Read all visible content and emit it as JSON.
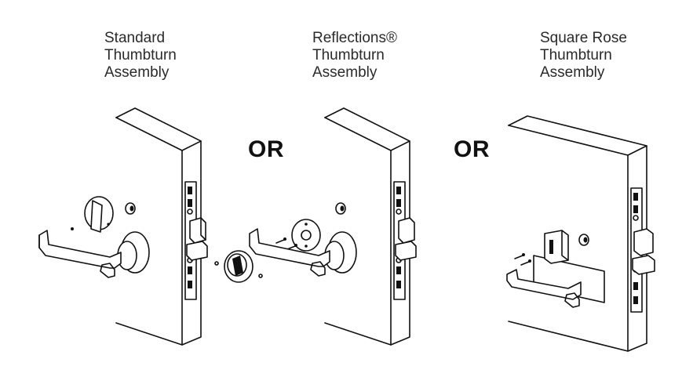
{
  "captions": [
    {
      "lines": [
        "Standard",
        "Thumbturn",
        "Assembly"
      ]
    },
    {
      "lines": [
        "Reflections®",
        "Thumbturn",
        "Assembly"
      ]
    },
    {
      "lines": [
        "Square Rose",
        "Thumbturn",
        "Assembly"
      ]
    }
  ],
  "separators": [
    "OR",
    "OR"
  ]
}
